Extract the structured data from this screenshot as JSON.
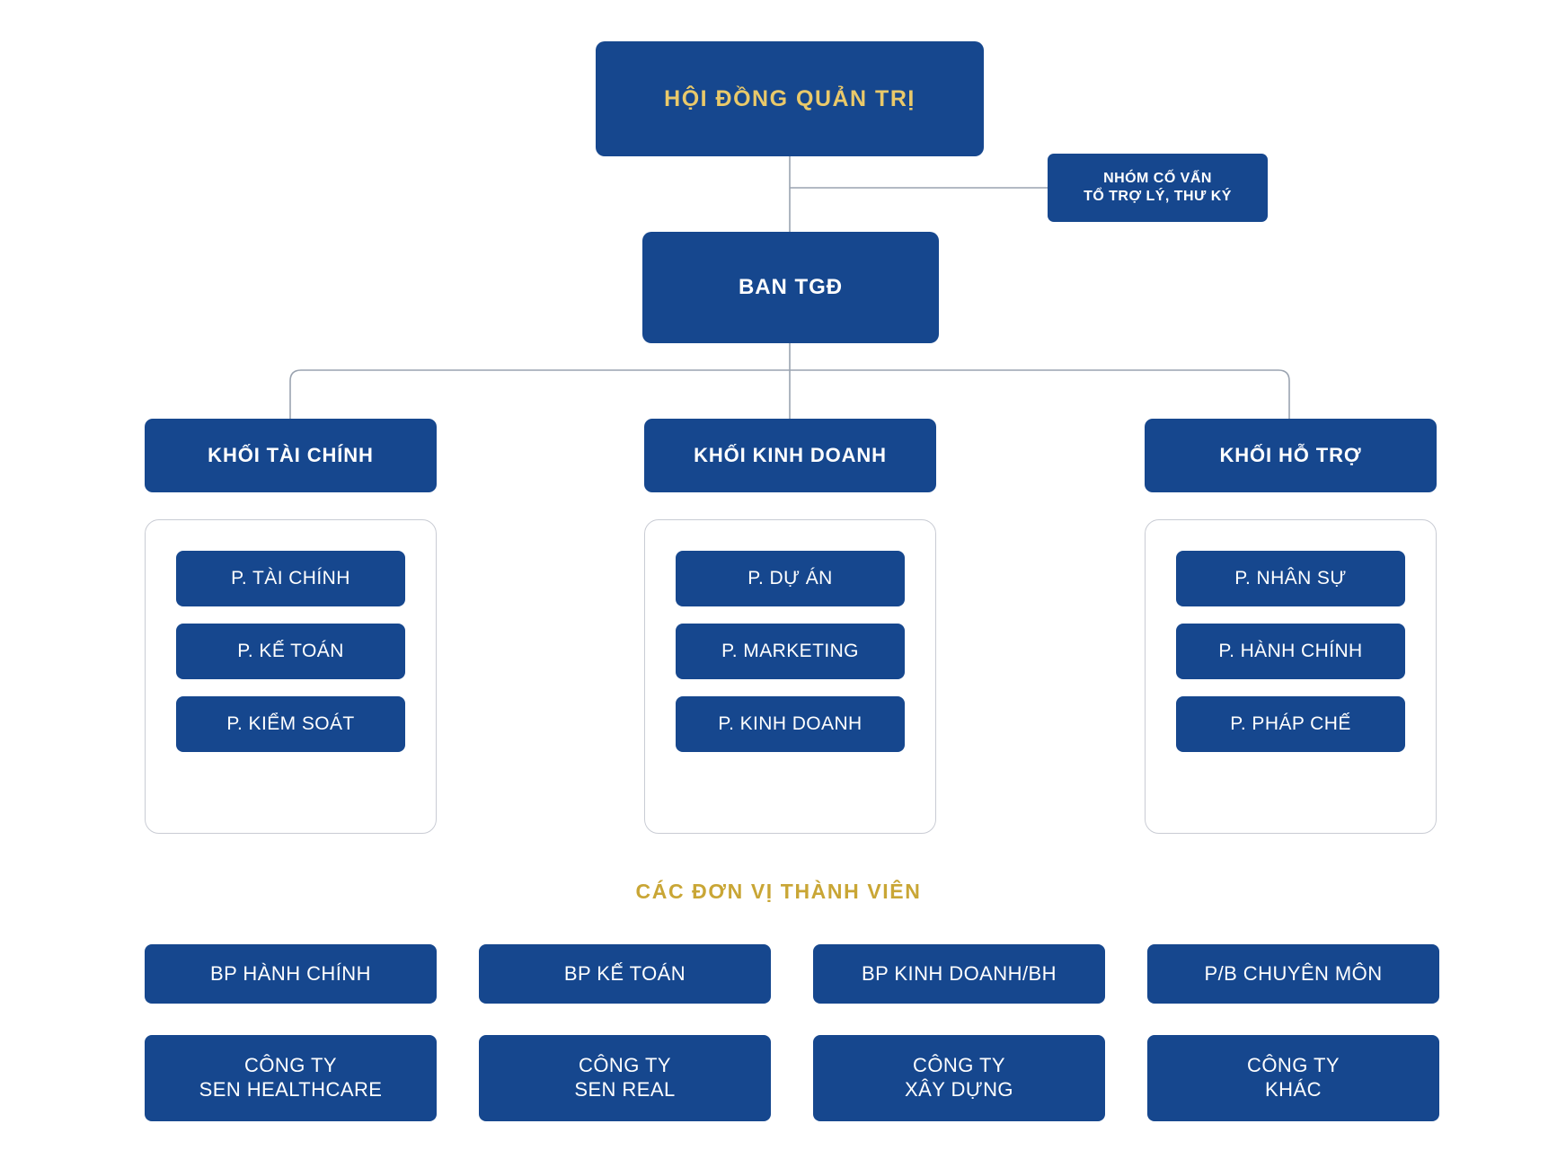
{
  "colors": {
    "box_blue": "#16478E",
    "board_gold_text": "#E9C96A",
    "section_heading_gold": "#C9A635",
    "group_border_gray": "#c9ccd4",
    "connector_gray": "#9aa3b0",
    "page_background": "#ffffff",
    "box_text_white": "#ffffff"
  },
  "board": {
    "label": "HỘI ĐỒNG QUẢN TRỊ"
  },
  "advisors": {
    "label": "NHÓM CỐ VẤN\nTỔ TRỢ LÝ, THƯ KÝ"
  },
  "executive": {
    "label": "BAN TGĐ"
  },
  "divisions": [
    {
      "label": "KHỐI TÀI CHÍNH",
      "departments": [
        {
          "label": "P. TÀI CHÍNH"
        },
        {
          "label": "P. KẾ TOÁN"
        },
        {
          "label": "P. KIỂM SOÁT"
        }
      ]
    },
    {
      "label": "KHỐI KINH DOANH",
      "departments": [
        {
          "label": "P. DỰ ÁN"
        },
        {
          "label": "P. MARKETING"
        },
        {
          "label": "P. KINH DOANH"
        }
      ]
    },
    {
      "label": "KHỐI HỖ TRỢ",
      "departments": [
        {
          "label": "P. NHÂN SỰ"
        },
        {
          "label": "P. HÀNH CHÍNH"
        },
        {
          "label": "P. PHÁP CHẾ"
        }
      ]
    }
  ],
  "members_section": {
    "title": "CÁC ĐƠN VỊ THÀNH VIÊN",
    "units": [
      {
        "label": "BP HÀNH CHÍNH"
      },
      {
        "label": "BP KẾ TOÁN"
      },
      {
        "label": "BP KINH DOANH/BH"
      },
      {
        "label": "P/B CHUYÊN MÔN"
      }
    ],
    "companies": [
      {
        "label": "CÔNG TY\nSEN HEALTHCARE"
      },
      {
        "label": "CÔNG TY\nSEN REAL"
      },
      {
        "label": "CÔNG TY\nXÂY DỰNG"
      },
      {
        "label": "CÔNG TY\nKHÁC"
      }
    ]
  }
}
